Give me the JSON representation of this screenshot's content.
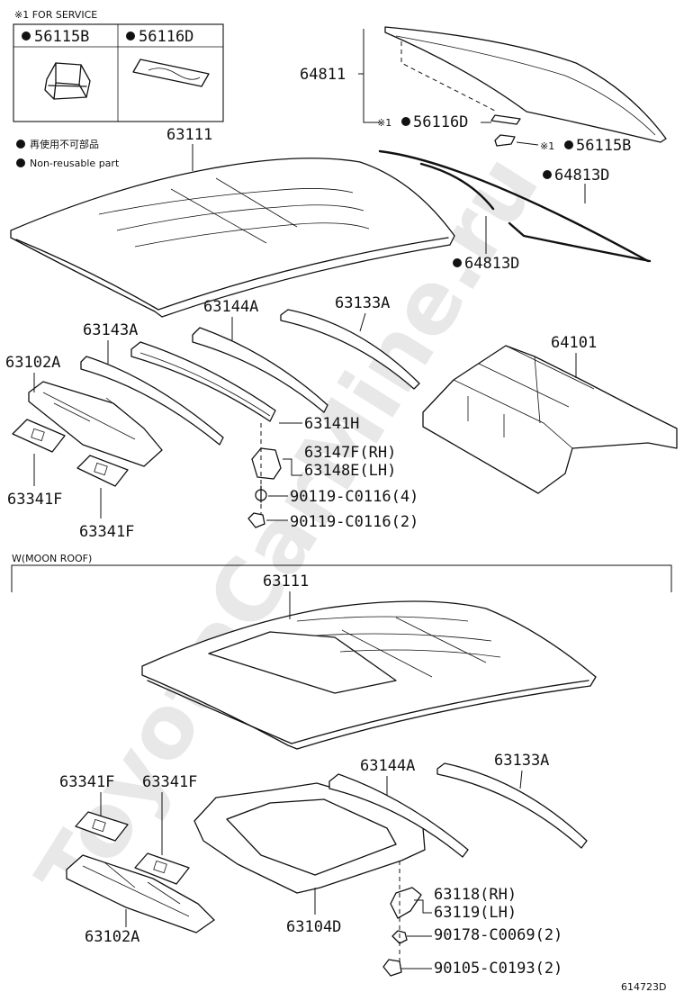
{
  "service_box": {
    "title": "※1 FOR SERVICE",
    "parts": [
      "56115B",
      "56116D"
    ]
  },
  "legend": {
    "jp": "再使用不可部品",
    "en": "Non-reusable part"
  },
  "watermark": "ToyotaCarMine.ru",
  "section_top": {
    "labels": [
      "64811",
      "※1",
      "56116D",
      "※1",
      "56115B",
      "64813D",
      "64813D",
      "63111",
      "63144A",
      "63133A",
      "63143A",
      "63102A",
      "64101",
      "63141H",
      "63147F(RH)",
      "63148E(LH)",
      "90119-C0116(4)",
      "90119-C0116(2)",
      "63341F",
      "63341F"
    ]
  },
  "section_moonroof": {
    "title": "W(MOON ROOF)",
    "labels": [
      "63111",
      "63341F",
      "63341F",
      "63144A",
      "63133A",
      "63102A",
      "63104D",
      "63118(RH)",
      "63119(LH)",
      "90178-C0069(2)",
      "90105-C0193(2)"
    ]
  },
  "footer_code": "614723D"
}
